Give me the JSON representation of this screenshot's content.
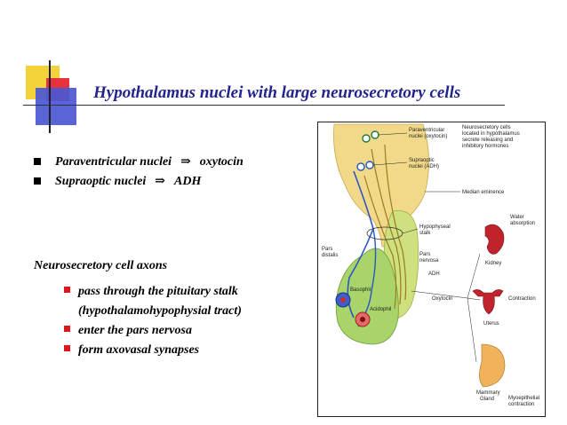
{
  "title": "Hypothalamus nuclei with large neurosecretory cells",
  "nuclei_list": [
    {
      "nucleus": "Paraventricular nuclei",
      "arrow": "⇒",
      "hormone": "oxytocin"
    },
    {
      "nucleus": "Supraoptic nuclei",
      "arrow": "⇒",
      "hormone": "ADH"
    }
  ],
  "axons": {
    "heading": "Neurosecretory cell axons",
    "items": [
      {
        "text": "pass through the pituitary stalk",
        "cont": "(hypothalamohypophysial tract)"
      },
      {
        "text": "enter the pars nervosa"
      },
      {
        "text": "form axovasal synapses"
      }
    ]
  },
  "figure": {
    "labels": {
      "paraventricular": [
        "Paraventricular",
        "nuclei (oxytocin)"
      ],
      "supraoptic": [
        "Supraoptic",
        "nuclei (ADH)"
      ],
      "neurosecretory": [
        "Neurosecretory cells",
        "located in hypothalamus",
        "secrete releasing and",
        "inhibitory hormones"
      ],
      "median_eminence": "Median eminence",
      "hypophyseal_stalk": [
        "Hypophyseal",
        "stalk"
      ],
      "water_absorption": [
        "Water",
        "absorption"
      ],
      "pars_distalis": [
        "Pars",
        "distalis"
      ],
      "pars_nervosa": [
        "Pars",
        "nervosa"
      ],
      "adh": "ADH",
      "kidney": "Kidney",
      "basophil": "Basophil",
      "acidophil": "Acidophil",
      "oxytocin": "Oxytocin",
      "contraction": "Contraction",
      "uterus": "Uterus",
      "mammary_gland": [
        "Mammary",
        "Gland"
      ],
      "myoepithelial": [
        "Myoepithelial",
        "contraction"
      ]
    }
  },
  "colors": {
    "title": "#23238e",
    "sub_bullet": "#e1161d",
    "deco_yellow": "#f3d23a",
    "deco_red": "#e7323b",
    "deco_blue": "#4b57d4"
  }
}
